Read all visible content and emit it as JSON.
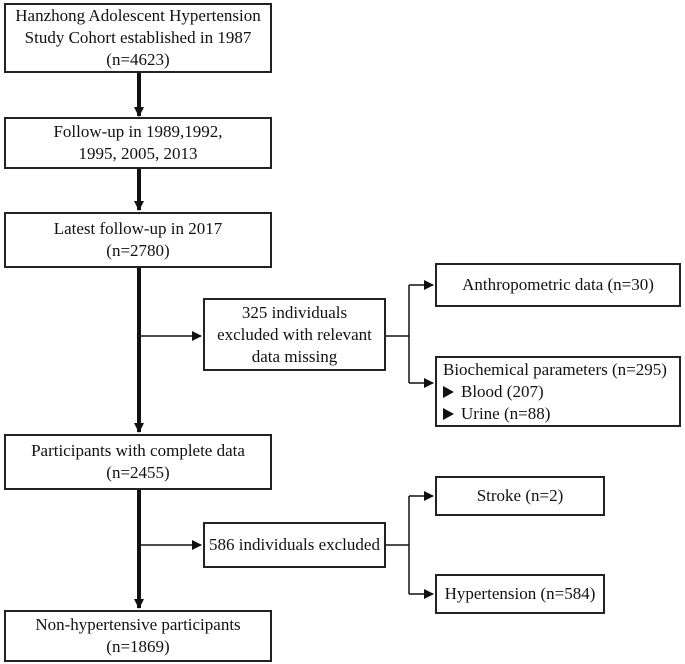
{
  "boxes": {
    "cohort": [
      "Hanzhong Adolescent Hypertension",
      "Study Cohort established in 1987",
      "(n=4623)"
    ],
    "followup": [
      "Follow-up in 1989,1992,",
      "1995, 2005, 2013"
    ],
    "latest": [
      "Latest follow-up in 2017",
      "(n=2780)"
    ],
    "excluded_missing": [
      "325 individuals",
      "excluded with relevant",
      "data missing"
    ],
    "anthropometric": [
      "Anthropometric data (n=30)"
    ],
    "biochemical": {
      "title": "Biochemical parameters (n=295)",
      "items": [
        "Blood (207)",
        "Urine (n=88)"
      ]
    },
    "complete": [
      "Participants with complete data",
      "(n=2455)"
    ],
    "excluded_586": [
      "586 individuals excluded"
    ],
    "stroke": [
      "Stroke (n=2)"
    ],
    "hypertension": [
      "Hypertension (n=584)"
    ],
    "final": [
      "Non-hypertensive participants",
      "(n=1869)"
    ]
  },
  "colors": {
    "line": "#111111",
    "border": "#222222"
  },
  "icons": {
    "bullet": "triangle-right-icon"
  }
}
